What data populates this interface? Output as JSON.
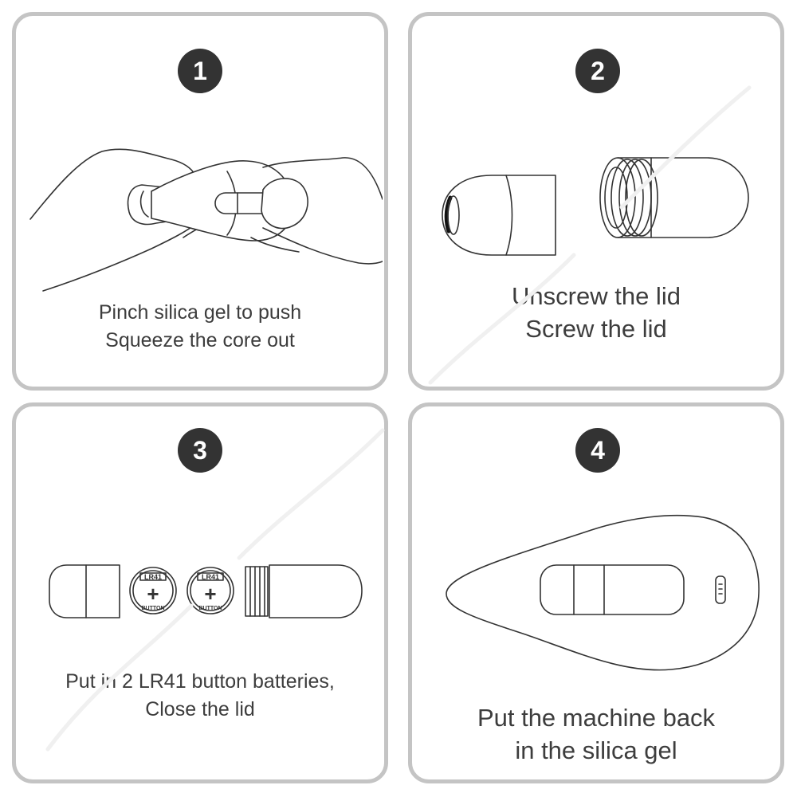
{
  "steps": [
    {
      "number": "1",
      "lines": [
        "Pinch silica gel to push",
        "Squeeze the core out"
      ]
    },
    {
      "number": "2",
      "lines": [
        "Unscrew the lid",
        "Screw the lid"
      ]
    },
    {
      "number": "3",
      "lines": [
        "Put in 2 LR41 button batteries,",
        "Close the lid"
      ]
    },
    {
      "number": "4",
      "lines": [
        "Put the machine back",
        "in the silica gel"
      ]
    }
  ],
  "battery": {
    "model": "LR41",
    "symbol": "+",
    "type": "BUTTON"
  },
  "colors": {
    "panel_border": "#c4c4c4",
    "badge_fill": "#333333",
    "line_art": "#333333",
    "text": "#3d3d3d"
  }
}
